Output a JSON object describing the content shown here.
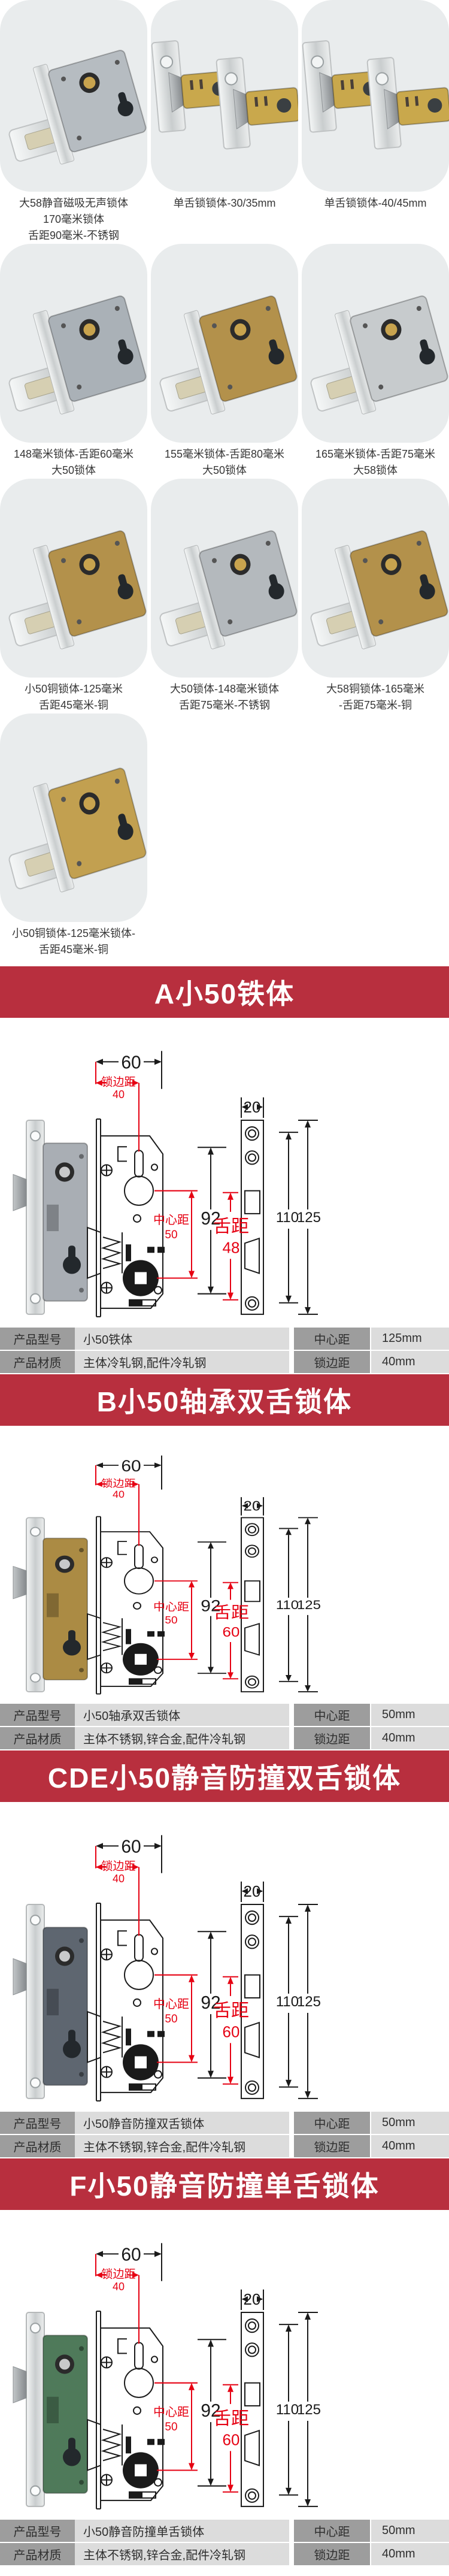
{
  "colors": {
    "banner_bg": "#b82f3e",
    "banner_text": "#ffffff",
    "dimension_red": "#e60012",
    "table_label_bg": "#9d9d9d",
    "table_value_bg": "#dcdcdc",
    "tile_bg": "#e9eced"
  },
  "gallery": {
    "items": [
      {
        "body_color": "#b6bcc1",
        "cap": [
          "大58静音磁吸无声锁体",
          "170毫米锁体",
          "舌距90毫米-不锈钢"
        ]
      },
      {
        "body_color": "#c9a84c",
        "cap": [
          "单舌锁锁体-30/35mm"
        ]
      },
      {
        "body_color": "#c9a84c",
        "cap": [
          "单舌锁锁体-40/45mm"
        ]
      },
      {
        "body_color": "#aab1b7",
        "cap": [
          "148毫米锁体-舌距60毫米",
          "大50锁体"
        ]
      },
      {
        "body_color": "#b3914b",
        "cap": [
          "155毫米锁体-舌距80毫米",
          "大50锁体"
        ]
      },
      {
        "body_color": "#c7cbcd",
        "cap": [
          "165毫米锁体-舌距75毫米",
          "大58锁体"
        ]
      },
      {
        "body_color": "#b3914b",
        "cap": [
          "小50铜锁体-125毫米",
          "舌距45毫米-铜"
        ]
      },
      {
        "body_color": "#b4b9bd",
        "cap": [
          "大50锁体-148毫米锁体",
          "舌距75毫米-不锈钢"
        ]
      },
      {
        "body_color": "#b3914b",
        "cap": [
          "大58铜锁体-165毫米",
          "-舌距75毫米-铜"
        ]
      },
      {
        "body_color": "#c2a050",
        "cap": [
          "小50铜锁体-125毫米锁体-",
          "舌距45毫米-铜"
        ]
      }
    ]
  },
  "sections": [
    {
      "banner": "A小50铁体",
      "photo": {
        "body": "#a9aeb4"
      },
      "dims": {
        "top_width": "60",
        "edge_label": "锁边距",
        "edge_value": "40",
        "plate_width": "20",
        "body_height": "92",
        "center_label": "中心距",
        "center_value": "50",
        "tongue_label": "舌距",
        "tongue_value": "48",
        "plate_h1": "110",
        "plate_h2": "125"
      },
      "table": {
        "r1c1": "产品型号",
        "r1c2": "小50铁体",
        "r1c3": "中心距",
        "r1c4": "125mm",
        "r2c1": "产品材质",
        "r2c2": "主体冷轧钢,配件冷轧钢",
        "r2c3": "锁边距",
        "r2c4": "40mm"
      }
    },
    {
      "banner": "B小50轴承双舌锁体",
      "photo": {
        "body": "#ab8b44"
      },
      "dims": {
        "top_width": "60",
        "edge_label": "锁边距",
        "edge_value": "40",
        "plate_width": "20",
        "body_height": "92",
        "center_label": "中心距",
        "center_value": "50",
        "tongue_label": "舌距",
        "tongue_value": "60",
        "plate_h1": "110",
        "plate_h2": "125"
      },
      "table": {
        "r1c1": "产品型号",
        "r1c2": "小50轴承双舌锁体",
        "r1c3": "中心距",
        "r1c4": "50mm",
        "r2c1": "产品材质",
        "r2c2": "主体不锈钢,锌合金,配件冷轧钢",
        "r2c3": "锁边距",
        "r2c4": "40mm"
      }
    },
    {
      "banner": "CDE小50静音防撞双舌锁体",
      "photo": {
        "body": "#5e6670"
      },
      "dims": {
        "top_width": "60",
        "edge_label": "锁边距",
        "edge_value": "40",
        "plate_width": "20",
        "body_height": "92",
        "center_label": "中心距",
        "center_value": "50",
        "tongue_label": "舌距",
        "tongue_value": "60",
        "plate_h1": "110",
        "plate_h2": "125"
      },
      "table": {
        "r1c1": "产品型号",
        "r1c2": "小50静音防撞双舌锁体",
        "r1c3": "中心距",
        "r1c4": "50mm",
        "r2c1": "产品材质",
        "r2c2": "主体不锈钢,锌合金,配件冷轧钢",
        "r2c3": "锁边距",
        "r2c4": "40mm"
      }
    },
    {
      "banner": "F小50静音防撞单舌锁体",
      "photo": {
        "body": "#4f7a5a"
      },
      "dims": {
        "top_width": "60",
        "edge_label": "锁边距",
        "edge_value": "40",
        "plate_width": "20",
        "body_height": "92",
        "center_label": "中心距",
        "center_value": "50",
        "tongue_label": "舌距",
        "tongue_value": "60",
        "plate_h1": "110",
        "plate_h2": "125"
      },
      "table": {
        "r1c1": "产品型号",
        "r1c2": "小50静音防撞单舌锁体",
        "r1c3": "中心距",
        "r1c4": "50mm",
        "r2c1": "产品材质",
        "r2c2": "主体不锈钢,锌合金,配件冷轧钢",
        "r2c3": "锁边距",
        "r2c4": "40mm"
      }
    }
  ]
}
